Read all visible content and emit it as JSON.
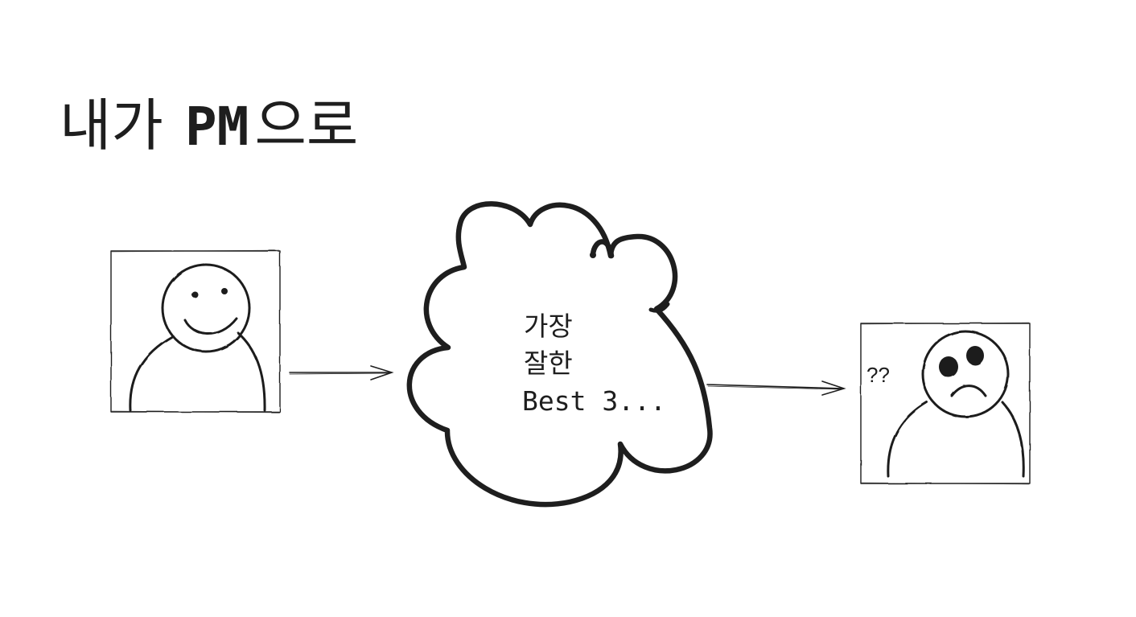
{
  "title": {
    "part1": "내가",
    "pm": "PM",
    "part2": "으로"
  },
  "cloud": {
    "line1": "가장",
    "line2": "잘한",
    "line3": "Best 3..."
  },
  "right_person": {
    "question_marks": "??"
  },
  "colors": {
    "stroke": "#1e1e1e",
    "background": "#ffffff"
  }
}
